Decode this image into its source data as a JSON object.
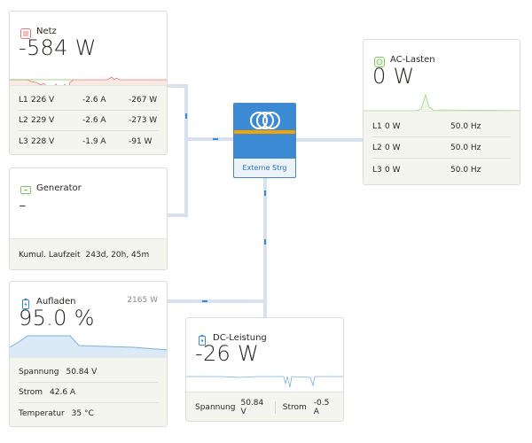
{
  "colors": {
    "accent": "#3a87d2",
    "grid_red": "#e87979",
    "grid_fill": "#fbe9e4",
    "green": "#7fc45f",
    "green_fill": "#eef7e8",
    "blue_line": "#7ab0df",
    "blue_fill": "#dce9f7",
    "footer_bg": "#f5f5f0"
  },
  "grid": {
    "icon": "grid-tower-icon",
    "title": "Netz",
    "value": "-584 W",
    "rows": [
      {
        "phase": "L1",
        "voltage": "226 V",
        "current": "-2.6 A",
        "power": "-267 W"
      },
      {
        "phase": "L2",
        "voltage": "229 V",
        "current": "-2.6 A",
        "power": "-273 W"
      },
      {
        "phase": "L3",
        "voltage": "228 V",
        "current": "-1.9 A",
        "power": "-91 W"
      }
    ]
  },
  "generator": {
    "icon": "generator-icon",
    "title": "Generator",
    "value": "-",
    "runtime_label": "Kumul. Laufzeit",
    "runtime_value": "243d, 20h, 45m"
  },
  "battery": {
    "icon": "battery-charging-icon",
    "title": "Aufladen",
    "power": "2165 W",
    "value": "95.0 %",
    "soc_fraction": 0.95,
    "rows": [
      {
        "label": "Spannung",
        "value": "50.84 V"
      },
      {
        "label": "Strom",
        "value": "42.6 A"
      },
      {
        "label": "Temperatur",
        "value": "35 °C"
      }
    ]
  },
  "inverter": {
    "icon": "victron-logo-icon",
    "label": "Externe Strg"
  },
  "ac_loads": {
    "icon": "ac-outlet-icon",
    "title": "AC-Lasten",
    "value": "0 W",
    "rows": [
      {
        "phase": "L1",
        "power": "0 W",
        "frequency": "50.0 Hz"
      },
      {
        "phase": "L2",
        "power": "0 W",
        "frequency": "50.0 Hz"
      },
      {
        "phase": "L3",
        "power": "0 W",
        "frequency": "50.0 Hz"
      }
    ]
  },
  "dc_power": {
    "icon": "battery-dc-icon",
    "title": "DC-Leistung",
    "value": "-26 W",
    "voltage_label": "Spannung",
    "voltage_value": "50.84 V",
    "current_label": "Strom",
    "current_value": "-0.5 A"
  }
}
